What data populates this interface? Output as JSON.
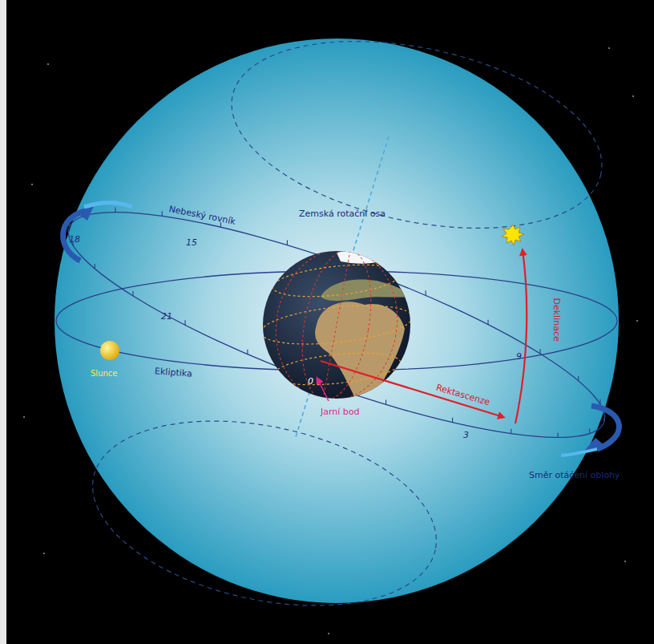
{
  "diagram": {
    "labels": [
      "Nebeský rovník",
      "18",
      "15",
      "21",
      "Slunce",
      "Ekliptika",
      "Zemská rotační osa",
      "0",
      "Jarní bod",
      "Rektascenze",
      "Deklinace",
      "9",
      "3",
      "Směr otáčení oblohy"
    ]
  }
}
